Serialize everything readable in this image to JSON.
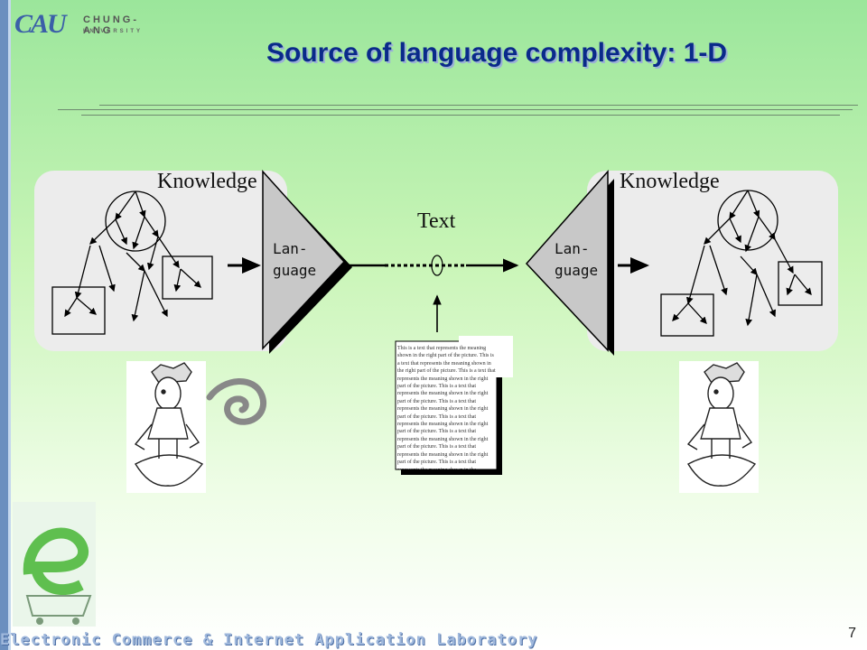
{
  "header": {
    "logo_text": "CAU",
    "university_line1": "CHUNG-ANG",
    "university_line2": "UNIVERSITY"
  },
  "slide": {
    "title": "Source of language complexity: 1-D",
    "page_number": "7"
  },
  "diagram": {
    "left_knowledge_label": "Knowledge",
    "right_knowledge_label": "Knowledge",
    "left_language_label": "Lan-\nguage",
    "right_language_label": "Lan-\nguage",
    "text_label": "Text",
    "document_text": "This is a text that represents the meaning shown in the right part of the picture. This is a text that represents the meaning shown in the right part of the picture. This is a text that represents the meaning shown in the right part of the picture. This is a text that represents the meaning shown in the right part of the picture. This is a text that represents the meaning shown in the right part of the picture. This is a text that represents the meaning shown in the right part of the picture. This is a text that represents the meaning shown in the right part of the picture. This is a text that represents the meaning shown in the right part of the picture. This is a text that represents the meaning shown in the"
  },
  "footer": {
    "lab_name": "Electronic Commerce & Internet Application Laboratory"
  },
  "colors": {
    "title": "#0a2a8a",
    "sidebar": "#6b8fbf",
    "panel": "#ececec"
  }
}
